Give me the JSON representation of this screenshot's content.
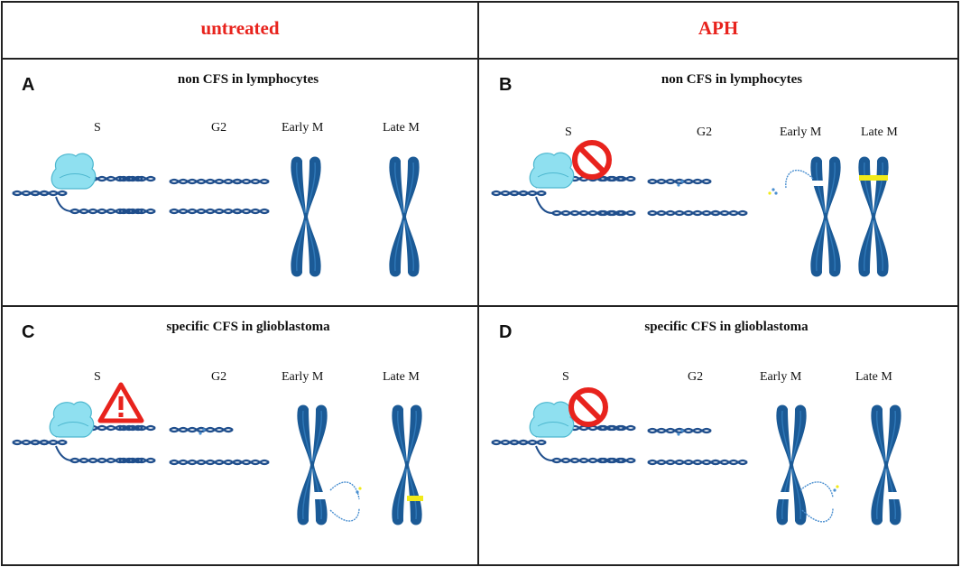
{
  "headers": {
    "left": "untreated",
    "right": "APH"
  },
  "panels": [
    {
      "letter": "A",
      "title": "non CFS in lymphocytes",
      "phases": [
        "S",
        "G2",
        "Early M",
        "Late M"
      ]
    },
    {
      "letter": "B",
      "title": "non CFS in lymphocytes",
      "phases": [
        "S",
        "G2",
        "Early M",
        "Late M"
      ]
    },
    {
      "letter": "C",
      "title": "specific CFS in glioblastoma",
      "phases": [
        "S",
        "G2",
        "Early M",
        "Late M"
      ]
    },
    {
      "letter": "D",
      "title": "specific CFS in glioblastoma",
      "phases": [
        "S",
        "G2",
        "Early M",
        "Late M"
      ]
    }
  ],
  "icons": {
    "stop": "stop-icon",
    "warning": "warning-icon",
    "polymerase": "polymerase-icon",
    "chromosome": "chromosome-icon"
  },
  "colors": {
    "header_text": "#e8231d",
    "dna": "#1f4e8c",
    "chromosome": "#1b5a96",
    "polymerase": "#8fe0f0",
    "gap_marker": "#f1ea1a",
    "stop_sign": "#e8231d"
  }
}
